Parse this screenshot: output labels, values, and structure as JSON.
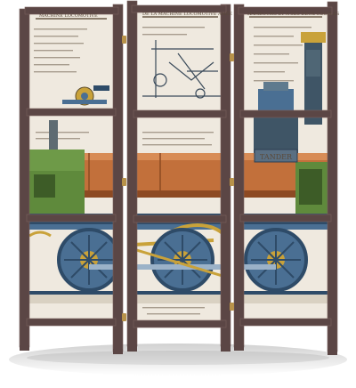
{
  "image": {
    "subject": "three-panel folding room divider",
    "frame_color": "#5b4645",
    "frame_highlight": "#7a605e",
    "paper_color": "#efe9df",
    "hinge_color": "#b8924a"
  },
  "print": {
    "header_left": "MACHINE LOCOMOTIVE",
    "header_mid": "DE LA MACHINE LOCOMOTIVE AMÉE",
    "header_right": "HAMBOURG ET A SES DEUX COUPLES",
    "plate_label": "TANDER",
    "colors": {
      "boiler": "#c2703b",
      "boiler_dark": "#8d4a23",
      "green": "#5f8a3c",
      "green_dark": "#3d5c27",
      "steel_blue": "#4a6f93",
      "steel_dark": "#2e4b68",
      "gold": "#c9a23a",
      "smoke_box": "#3f5566"
    }
  }
}
